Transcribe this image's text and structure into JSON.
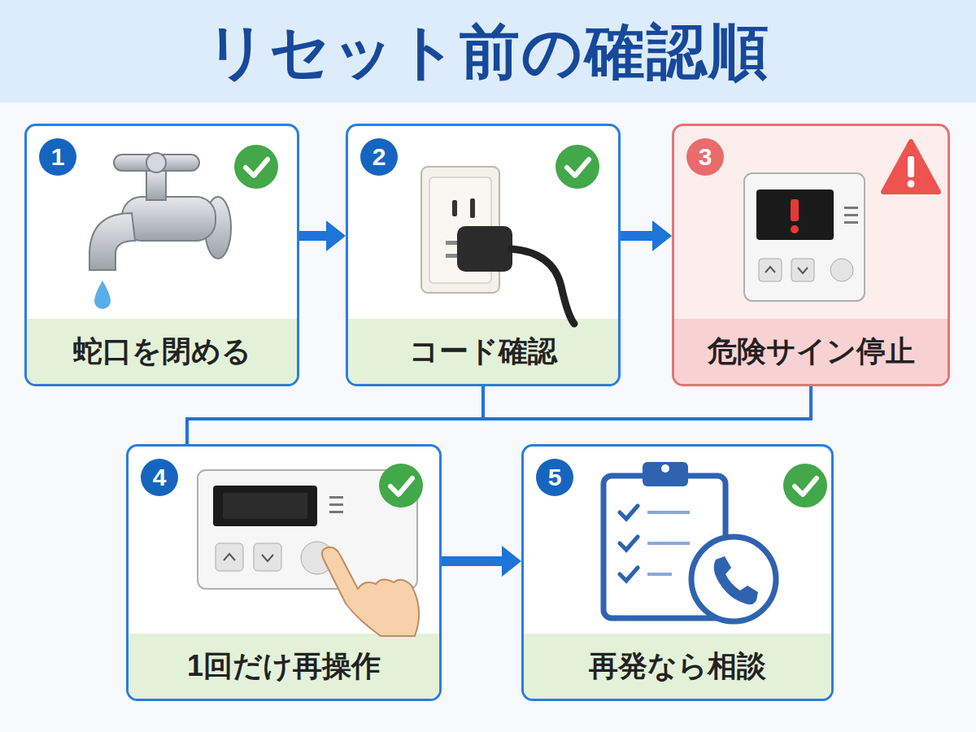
{
  "diagram": {
    "title": "リセット前の確認順",
    "nodes": [
      {
        "text": [
          "1",
          "蛇口を閉める"
        ]
      },
      {
        "text": [
          "2",
          "コード確認"
        ]
      },
      {
        "text": [
          "3",
          "危険サイン停止"
        ]
      },
      {
        "text": [
          "4",
          "1回だけ再操作"
        ]
      },
      {
        "text": [
          "5",
          "再発なら相談"
        ]
      }
    ],
    "edges": [
      {
        "from": 0,
        "to": 1,
        "arrow": "to"
      },
      {
        "from": 1,
        "to": 2,
        "arrow": "to"
      },
      {
        "from": 1,
        "to": 3,
        "arrow": "none"
      },
      {
        "from": 2,
        "to": 3,
        "arrow": "none"
      },
      {
        "from": 3,
        "to": 4,
        "arrow": "to"
      }
    ]
  }
}
